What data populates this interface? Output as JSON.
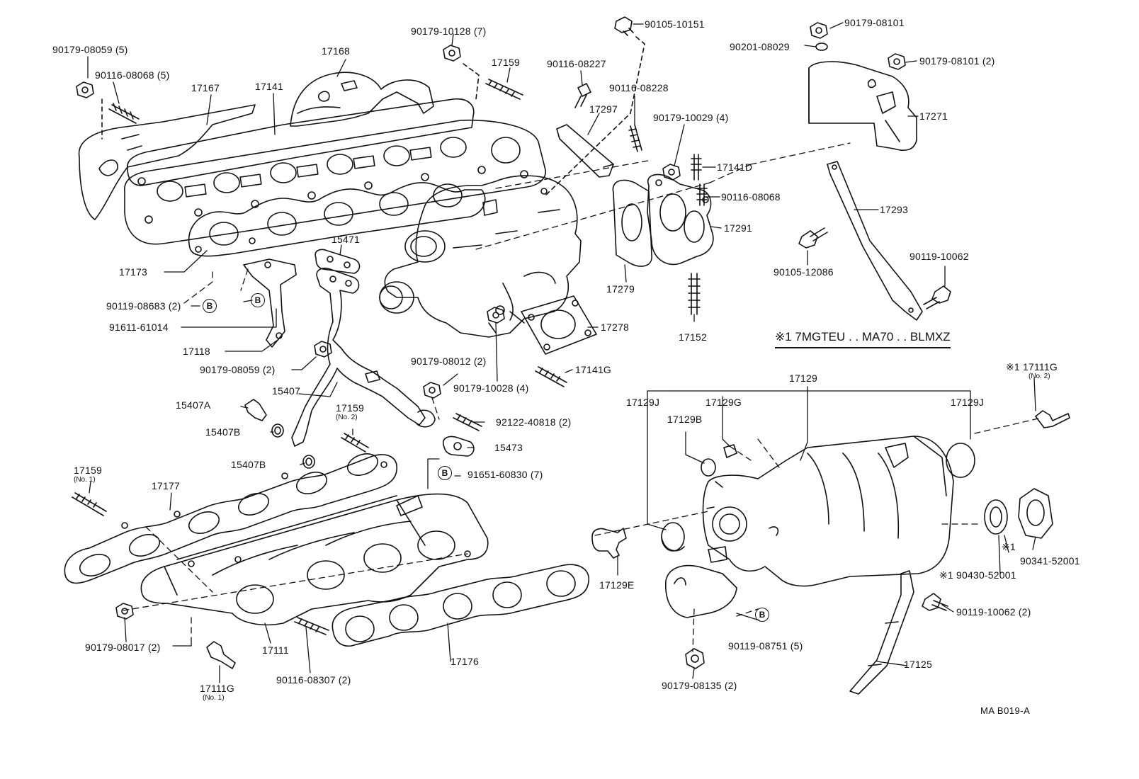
{
  "labels": {
    "p90179_08059_5": "90179-08059 (5)",
    "p90116_08068_5": "90116-08068 (5)",
    "p17168": "17168",
    "p17167": "17167",
    "p17141": "17141",
    "p90179_10128_7": "90179-10128 (7)",
    "p17159_top": "17159",
    "p90105_10151": "90105-10151",
    "p90116_08227": "90116-08227",
    "p90116_08228": "90116-08228",
    "p17297": "17297",
    "p90179_10029_4": "90179-10029 (4)",
    "p17141D": "17141D",
    "p90116_08068": "90116-08068",
    "p17291": "17291",
    "p17279": "17279",
    "p17152": "17152",
    "p90179_08101": "90179-08101",
    "p90201_08029": "90201-08029",
    "p90179_08101_2": "90179-08101 (2)",
    "p17271": "17271",
    "p17293": "17293",
    "p90105_12086": "90105-12086",
    "p90119_10062_top": "90119-10062",
    "p17173": "17173",
    "p15471": "15471",
    "p90119_08683_2": "90119-08683 (2)",
    "p91611_61014": "91611-61014",
    "p17118": "17118",
    "p90179_08059_2": "90179-08059 (2)",
    "p90179_08012_2": "90179-08012 (2)",
    "p90179_10028_4": "90179-10028 (4)",
    "p17278": "17278",
    "p17141G": "17141G",
    "p15407": "15407",
    "p15407A": "15407A",
    "p15407B_a": "15407B",
    "p15407B_b": "15407B",
    "p17159_no2": "17159",
    "p92122_40818_2": "92122-40818 (2)",
    "p15473": "15473",
    "p91651_60830_7": "91651-60830 (7)",
    "p17159_no1": "17159",
    "p17177": "17177",
    "p17129": "17129",
    "p17129J_left": "17129J",
    "p17129G": "17129G",
    "p17129B": "17129B",
    "p17129J_right": "17129J",
    "p17111G_no2": "※1 17111G",
    "p17129E": "17129E",
    "p90341_52001": "90341-52001",
    "p90430_52001": "※1 90430-52001",
    "p90119_10062_2": "90119-10062 (2)",
    "p90119_08751_5": "90119-08751 (5)",
    "p90179_08135_2": "90179-08135 (2)",
    "p17125": "17125",
    "p90179_08017_2": "90179-08017 (2)",
    "p17111": "17111",
    "p90116_08307_2": "90116-08307 (2)",
    "p17176": "17176",
    "p17111G_no1": "17111G",
    "p_kome1": "※1"
  },
  "sub": {
    "no1_a": "(No. 1)",
    "no1_b": "(No. 1)",
    "no2_a": "(No. 2)",
    "no2_b": "(No. 2)"
  },
  "marks": {
    "b": "B"
  },
  "note": "※1 7MGTEU . . MA70 . . BLMXZ",
  "code": "MA  B019-A"
}
